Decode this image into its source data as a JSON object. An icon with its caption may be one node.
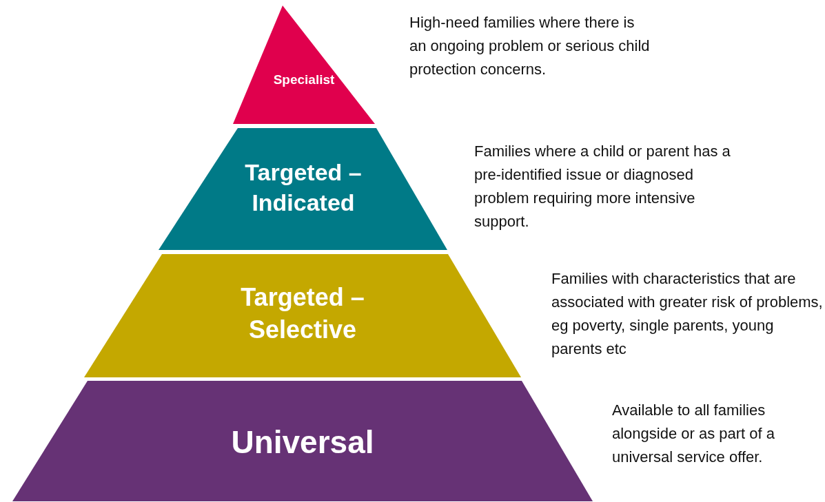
{
  "diagram": {
    "nodes": [
      {
        "text": [
          "Specialist"
        ],
        "beside": [
          "High-need families where there is an ongoing problem or serious child protection concerns."
        ]
      },
      {
        "text": [
          "Targeted – Indicated"
        ],
        "beside": [
          "Families where a child or parent has a pre-identified issue or diagnosed problem requiring more intensive support."
        ]
      },
      {
        "text": [
          "Targeted – Selective"
        ],
        "beside": [
          "Families with characteristics that are associated with greater risk of problems, eg poverty, single parents, young parents etc"
        ]
      },
      {
        "text": [
          "Universal"
        ],
        "beside": [
          "Available to all families alongside or as part of a universal service offer."
        ]
      }
    ]
  }
}
